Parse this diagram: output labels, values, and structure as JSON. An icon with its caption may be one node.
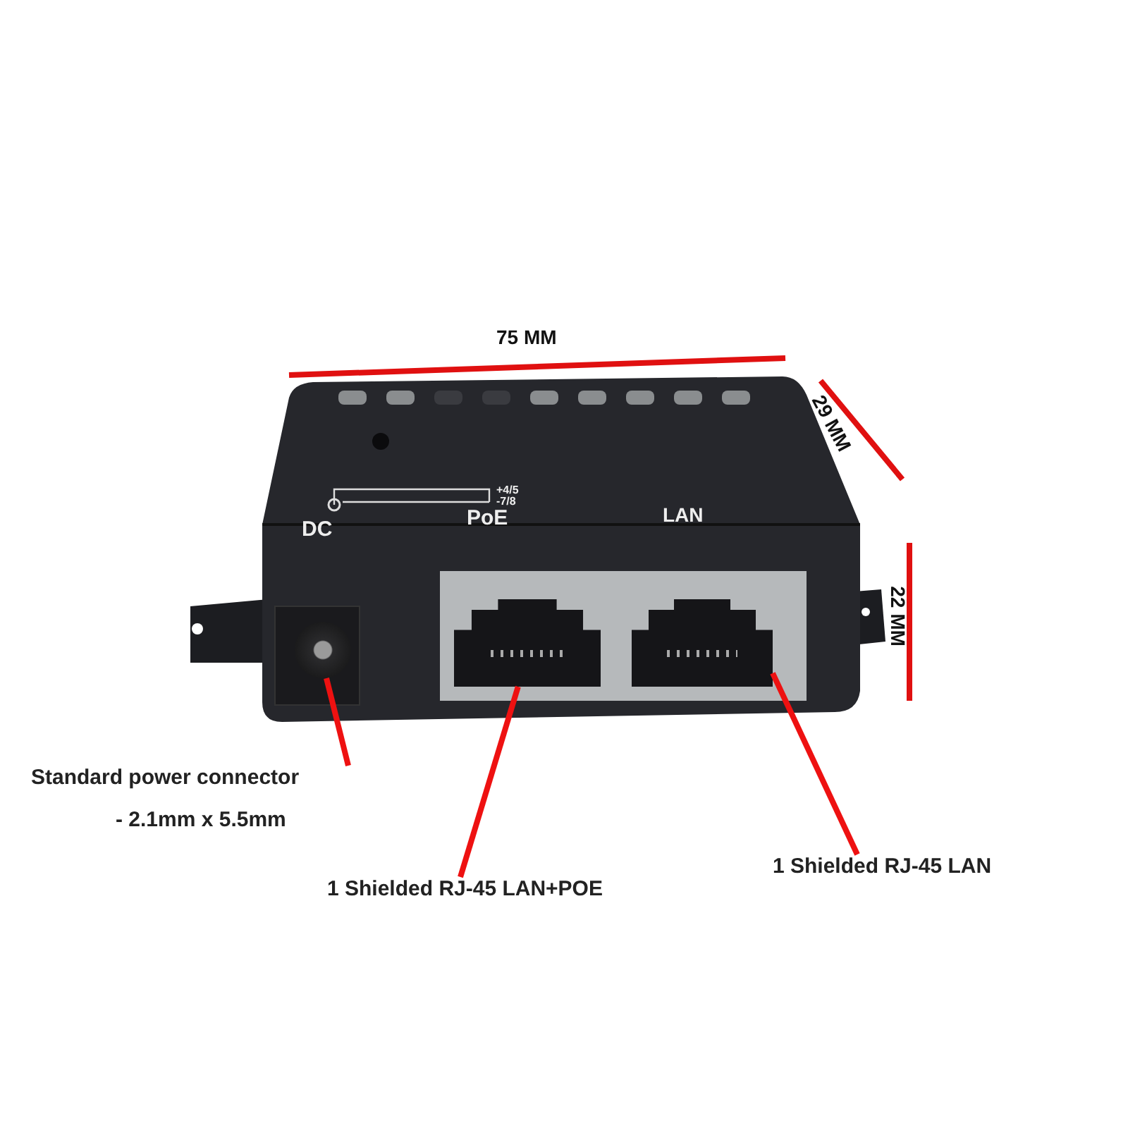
{
  "diagram": {
    "nodes": [
      {
        "text": [
          "Standard power connector",
          "- 2.1mm x 5.5mm"
        ]
      },
      {
        "text": [],
        "shape": "circle"
      },
      {
        "text": [
          "1 Shielded RJ-45 LAN+POE"
        ]
      },
      {
        "text": [],
        "shape": "box"
      },
      {
        "text": [
          "1 Shielded RJ-45 LAN"
        ]
      },
      {
        "text": [],
        "shape": "box"
      }
    ],
    "edges": [
      {
        "from": 0,
        "to": 1,
        "arrow": "none"
      },
      {
        "from": 2,
        "to": 3,
        "arrow": "none"
      },
      {
        "from": 4,
        "to": 5,
        "arrow": "none"
      }
    ],
    "labels": [
      "75 MM",
      "29 MM",
      "22 MM",
      "+4/5",
      "-7/8",
      "DC",
      "PoE",
      "LAN"
    ]
  }
}
